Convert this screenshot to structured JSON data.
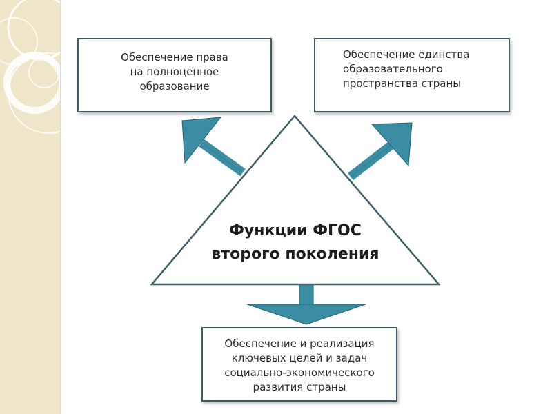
{
  "side_panel": {
    "background": "#efe6c9"
  },
  "colors": {
    "arrow": "#3b8da4",
    "border": "#3d5e68"
  },
  "boxes": {
    "top_left": "Обеспечение права\nна полноценное\nобразование",
    "top_right": "Обеспечение единства\nобразовательного\nпространства  страны",
    "bottom": "Обеспечение и реализация\nключевых целей и задач\nсоциально-экономического\nразвития страны"
  },
  "center": {
    "title": "Функции ФГОС\nвторого поколения"
  }
}
